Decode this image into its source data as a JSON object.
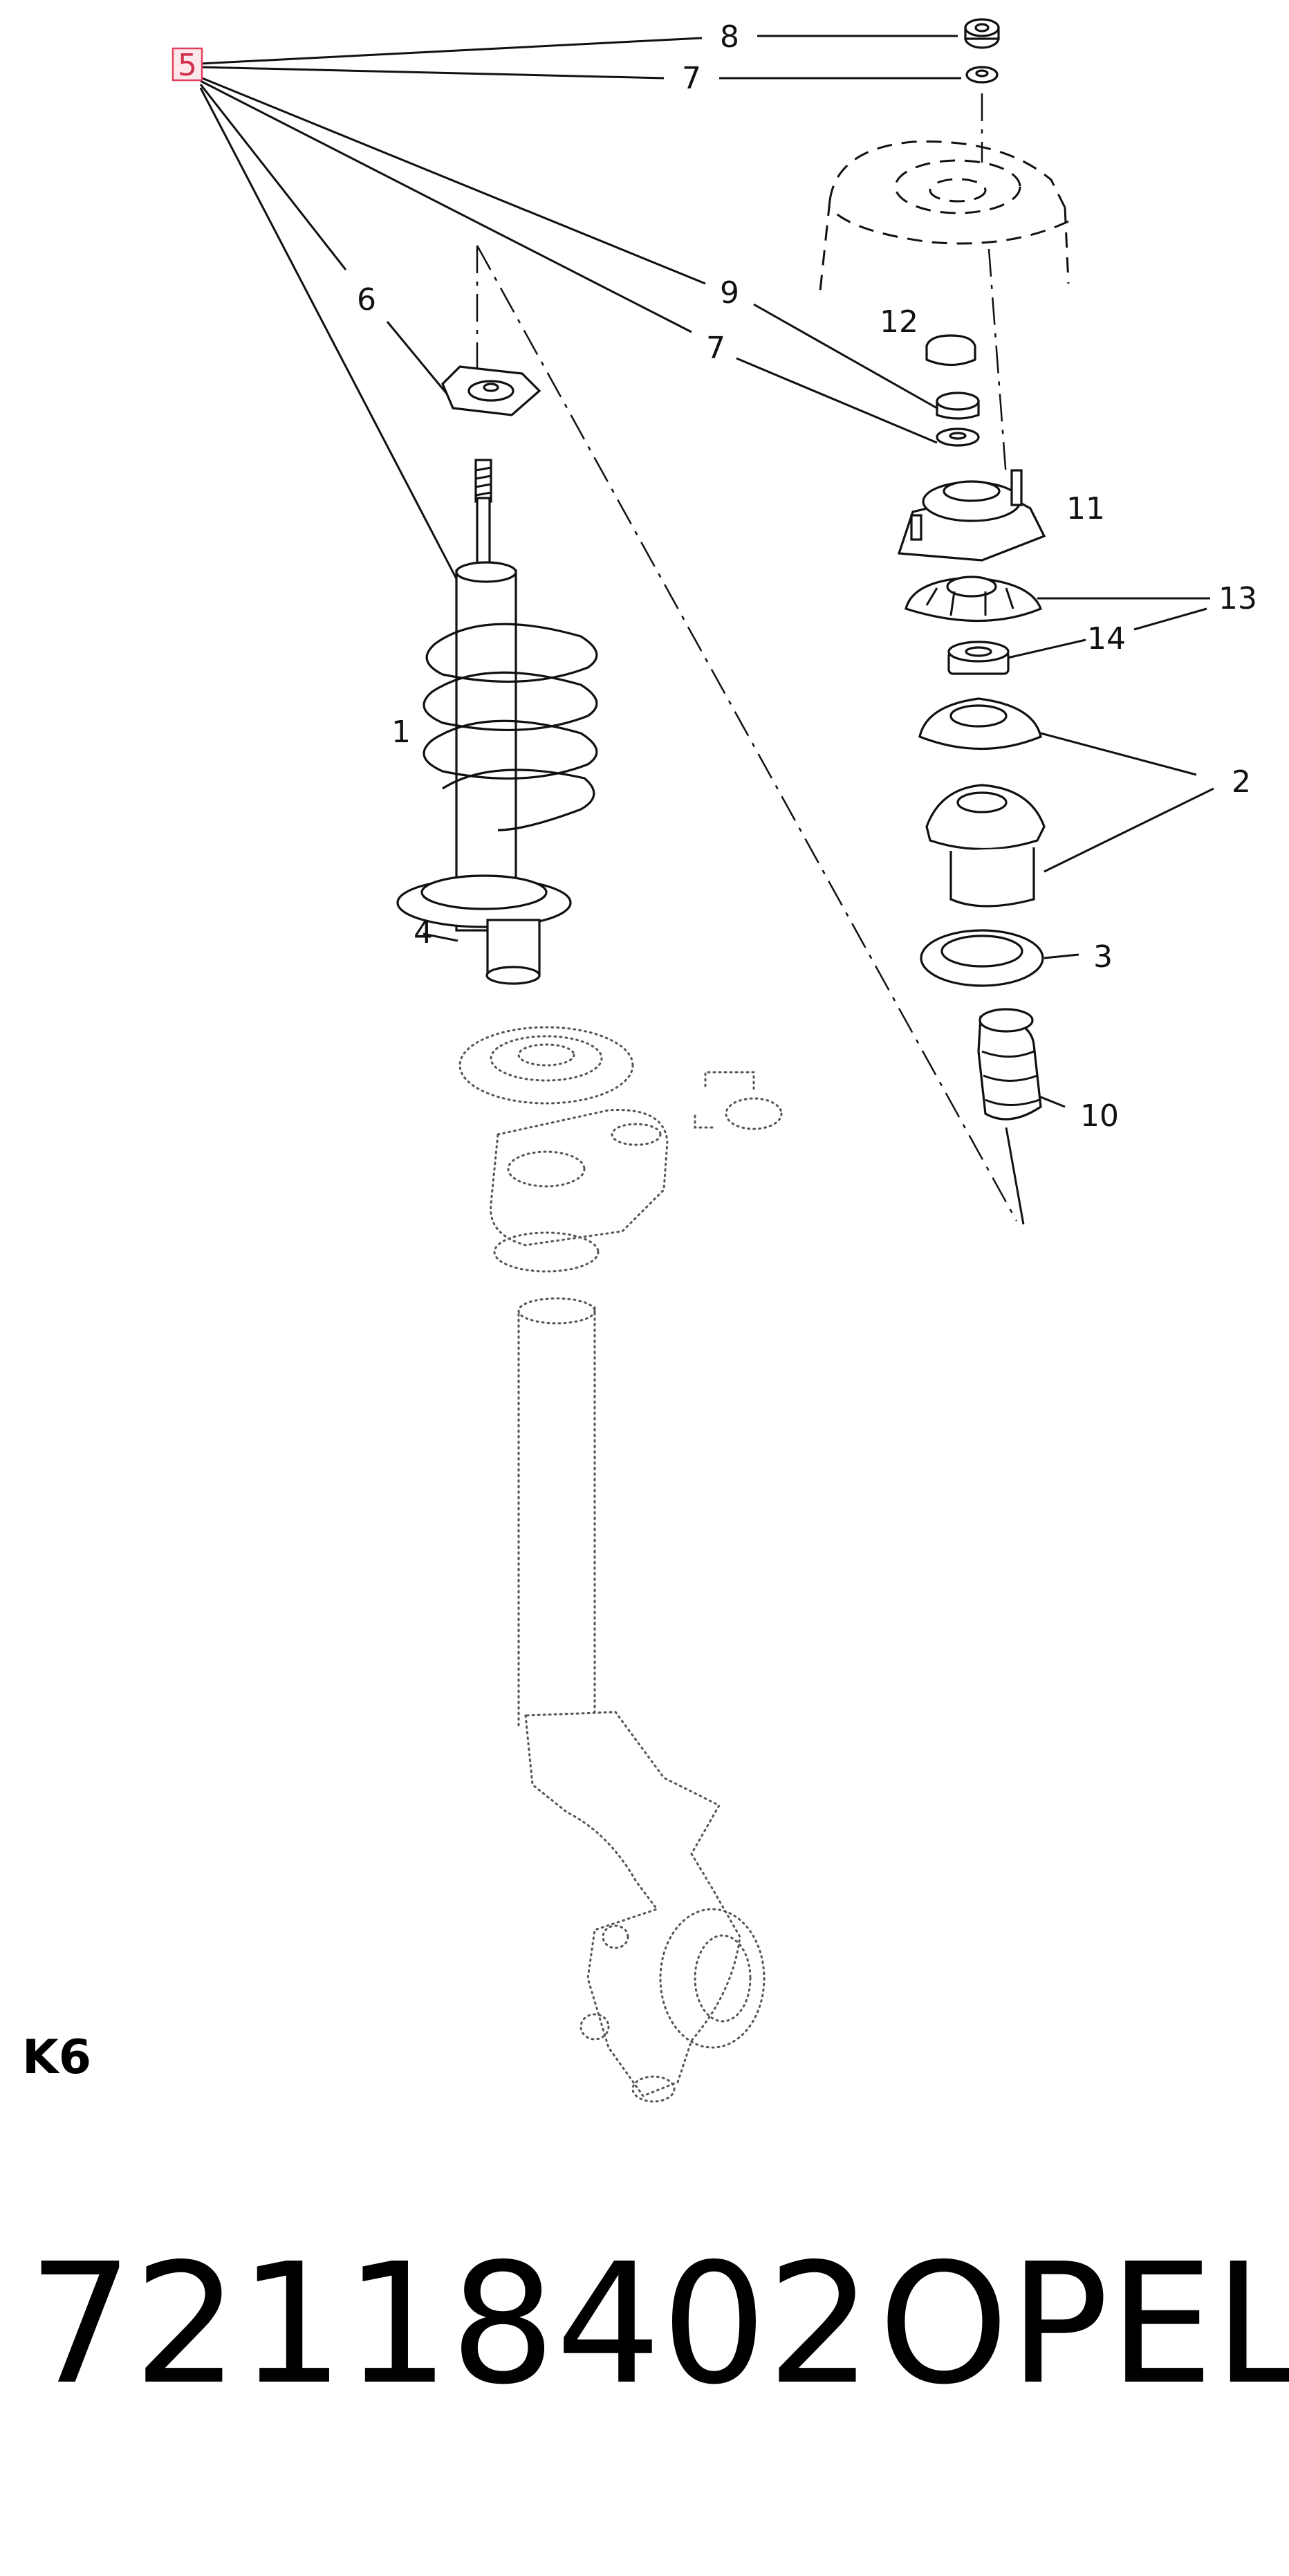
{
  "diagram": {
    "callouts": [
      {
        "id": "5",
        "label": "5",
        "highlighted": true
      },
      {
        "id": "8",
        "label": "8"
      },
      {
        "id": "7a",
        "label": "7"
      },
      {
        "id": "9",
        "label": "9"
      },
      {
        "id": "7b",
        "label": "7"
      },
      {
        "id": "6",
        "label": "6"
      },
      {
        "id": "12",
        "label": "12"
      },
      {
        "id": "11",
        "label": "11"
      },
      {
        "id": "13",
        "label": "13"
      },
      {
        "id": "14",
        "label": "14"
      },
      {
        "id": "1",
        "label": "1"
      },
      {
        "id": "2",
        "label": "2"
      },
      {
        "id": "3",
        "label": "3"
      },
      {
        "id": "4",
        "label": "4"
      },
      {
        "id": "10",
        "label": "10"
      }
    ],
    "highlight_color": "#e0405c",
    "ink_color": "#111111"
  },
  "code_label": "K6",
  "footer": {
    "part_number": "72118402",
    "brand": "OPEL"
  }
}
